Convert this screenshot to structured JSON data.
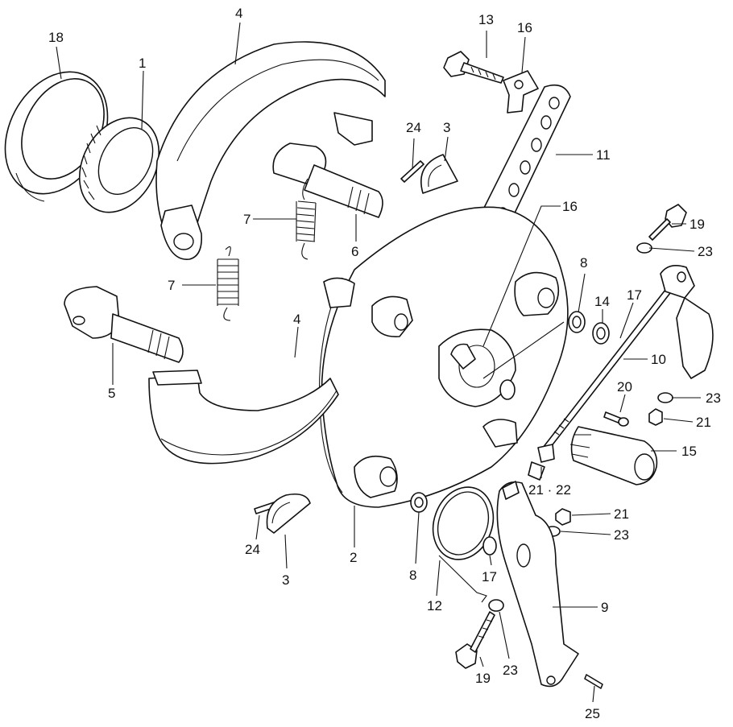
{
  "callouts": [
    {
      "id": "c18",
      "text": "18"
    },
    {
      "id": "c1",
      "text": "1"
    },
    {
      "id": "c4a",
      "text": "4"
    },
    {
      "id": "c13",
      "text": "13"
    },
    {
      "id": "c16a",
      "text": "16"
    },
    {
      "id": "c24a",
      "text": "24"
    },
    {
      "id": "c3a",
      "text": "3"
    },
    {
      "id": "c11",
      "text": "11"
    },
    {
      "id": "c7a",
      "text": "7"
    },
    {
      "id": "c6",
      "text": "6"
    },
    {
      "id": "c16b",
      "text": "16"
    },
    {
      "id": "c19a",
      "text": "19"
    },
    {
      "id": "c23a",
      "text": "23"
    },
    {
      "id": "c7b",
      "text": "7"
    },
    {
      "id": "c8a",
      "text": "8"
    },
    {
      "id": "c14",
      "text": "14"
    },
    {
      "id": "c17a",
      "text": "17"
    },
    {
      "id": "c4b",
      "text": "4"
    },
    {
      "id": "c10",
      "text": "10"
    },
    {
      "id": "c5",
      "text": "5"
    },
    {
      "id": "c20",
      "text": "20"
    },
    {
      "id": "c23b",
      "text": "23"
    },
    {
      "id": "c21a",
      "text": "21"
    },
    {
      "id": "c15",
      "text": "15"
    },
    {
      "id": "c2122",
      "text": "21 · 22"
    },
    {
      "id": "c21b",
      "text": "21"
    },
    {
      "id": "c23c",
      "text": "23"
    },
    {
      "id": "c24b",
      "text": "24"
    },
    {
      "id": "c2",
      "text": "2"
    },
    {
      "id": "c3b",
      "text": "3"
    },
    {
      "id": "c8b",
      "text": "8"
    },
    {
      "id": "c17b",
      "text": "17"
    },
    {
      "id": "c12",
      "text": "12"
    },
    {
      "id": "c9",
      "text": "9"
    },
    {
      "id": "c19b",
      "text": "19"
    },
    {
      "id": "c23d",
      "text": "23"
    },
    {
      "id": "c25",
      "text": "25"
    }
  ]
}
